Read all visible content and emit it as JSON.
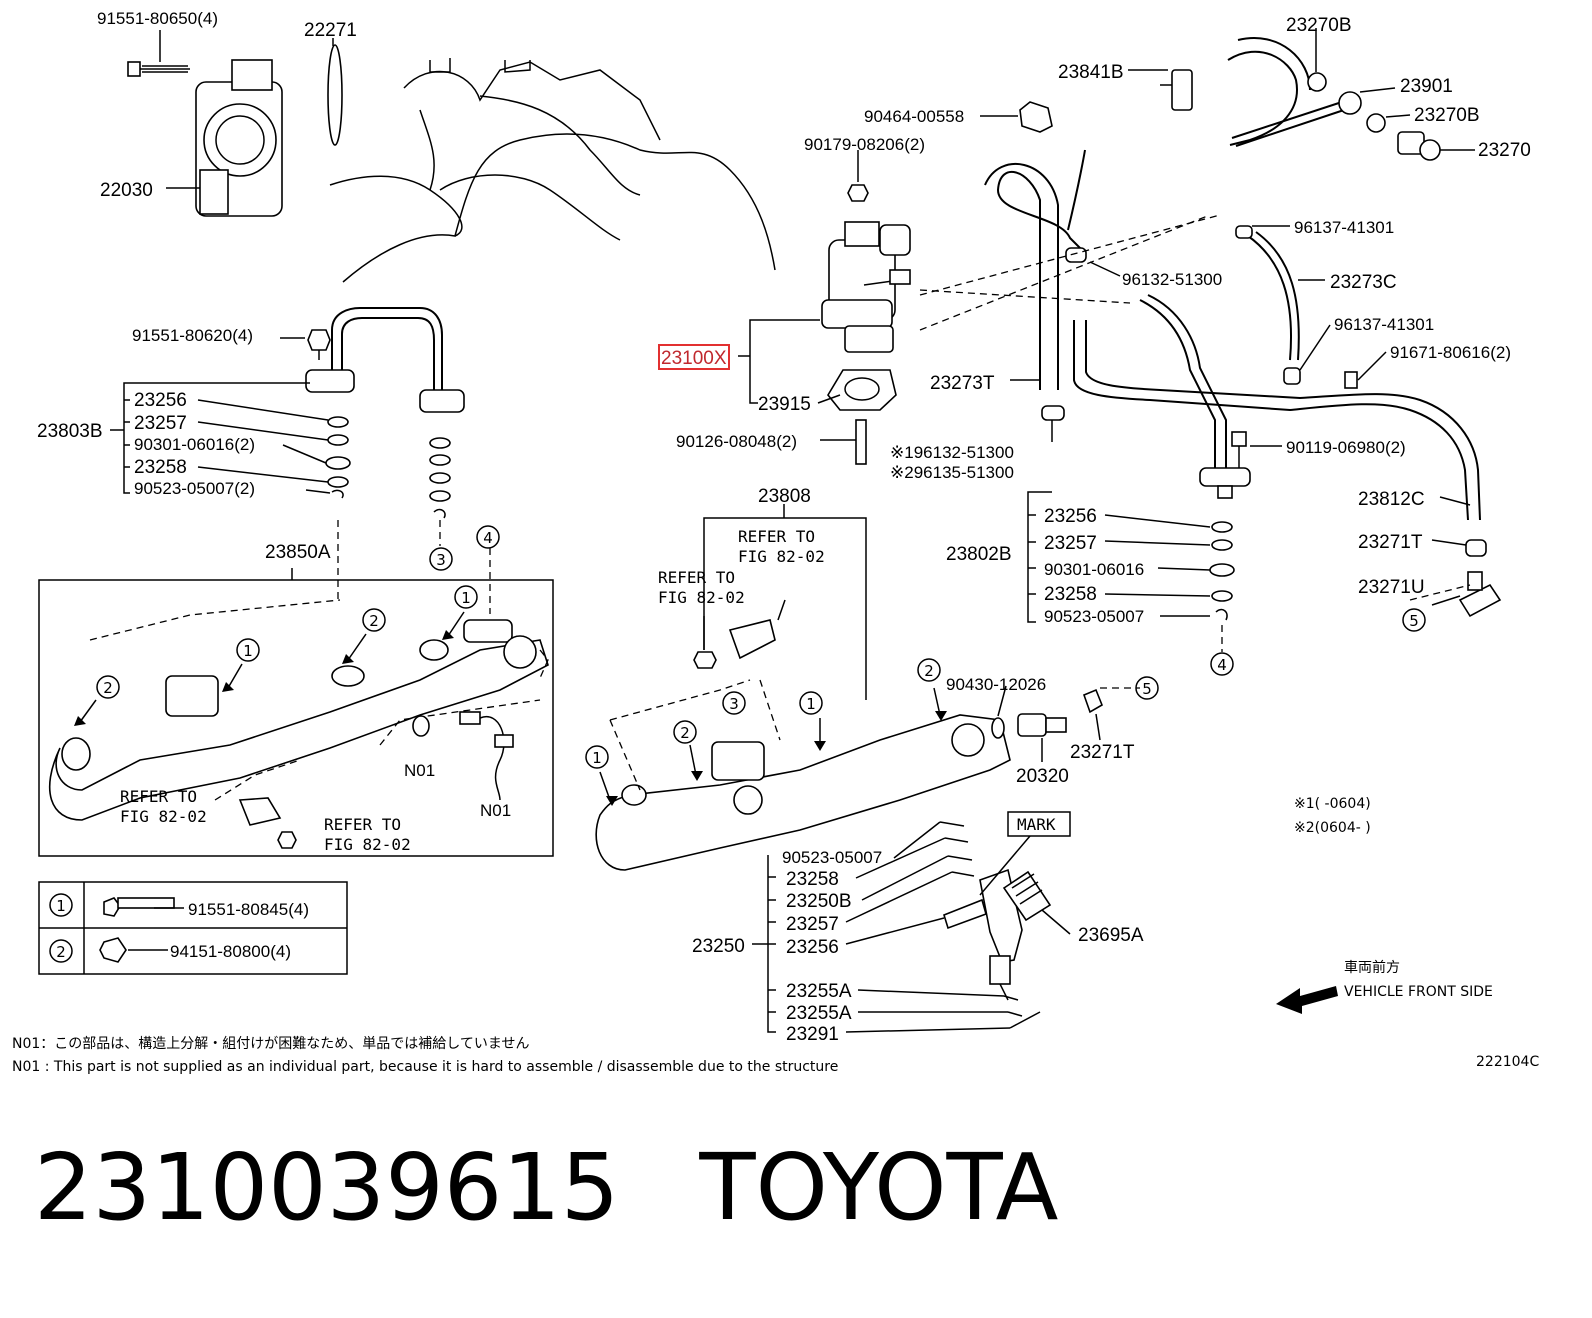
{
  "diagram_code": "222104C",
  "highlighted_part": "23100X",
  "caption": {
    "part_number": "2310039615",
    "brand": "TOYOTA"
  },
  "labels": {
    "l_91551_80650": "91551-80650(4)",
    "l_22271": "22271",
    "l_22030": "22030",
    "l_23270B_top": "23270B",
    "l_23841B": "23841B",
    "l_23901": "23901",
    "l_23270B_mid": "23270B",
    "l_23270": "23270",
    "l_90464": "90464-00558",
    "l_90179": "90179-08206(2)",
    "l_96137_a": "96137-41301",
    "l_96132": "96132-51300",
    "l_23273C": "23273C",
    "l_96137_b": "96137-41301",
    "l_91671": "91671-80616(2)",
    "l_91551_80620": "91551-80620(4)",
    "l_23100X": "23100X",
    "l_23915": "23915",
    "l_23273T": "23273T",
    "l_90126": "90126-08048(2)",
    "l_x196132": "※196132-51300",
    "l_x296135": "※296135-51300",
    "l_90119": "90119-06980(2)",
    "l_23812C": "23812C",
    "l_23271T_r": "23271T",
    "l_23271U": "23271U",
    "l_23803B": "23803B",
    "l_23256_a": "23256",
    "l_23257_a": "23257",
    "l_90301_a": "90301-06016(2)",
    "l_23258_a": "23258",
    "l_90523_a": "90523-05007(2)",
    "l_23802B": "23802B",
    "l_23256_b": "23256",
    "l_23257_b": "23257",
    "l_90301_b": "90301-06016",
    "l_23258_b": "23258",
    "l_90523_b": "90523-05007",
    "l_23850A": "23850A",
    "l_23808": "23808",
    "refer_1_a": "REFER TO",
    "refer_1_b": "FIG 82-02",
    "refer_2_a": "REFER TO",
    "refer_2_b": "FIG 82-02",
    "refer_3_a": "REFER TO",
    "refer_3_b": "FIG 82-02",
    "refer_4_a": "REFER TO",
    "refer_4_b": "FIG 82-02",
    "l_N01_a": "N01",
    "l_N01_b": "N01",
    "l_90430": "90430-12026",
    "l_20320": "20320",
    "l_23271T_m": "23271T",
    "l_MARK": "MARK",
    "l_90523_c": "90523-05007",
    "l_23258_c": "23258",
    "l_23250B": "23250B",
    "l_23257_c": "23257",
    "l_23256_c": "23256",
    "l_23250": "23250",
    "l_23255A_1": "23255A",
    "l_23255A_2": "23255A",
    "l_23291": "23291",
    "l_23695A": "23695A",
    "l_date1": "※1(   -0604)",
    "l_date2": "※2(0604-   )",
    "l_front_jp": "車両前方",
    "l_front_en": "VEHICLE FRONT SIDE",
    "legend_1_num": "91551-80845(4)",
    "legend_2_num": "94151-80800(4)",
    "note_jp": "N01：この部品は、構造上分解・組付けが困難なため、単品では補給していません",
    "note_en": "N01 : This part is not supplied as an individual part, because it is hard to assemble / disassemble due to the structure"
  },
  "callouts": {
    "c1": "1",
    "c2": "2",
    "c3": "3",
    "c4": "4",
    "c5": "5"
  }
}
